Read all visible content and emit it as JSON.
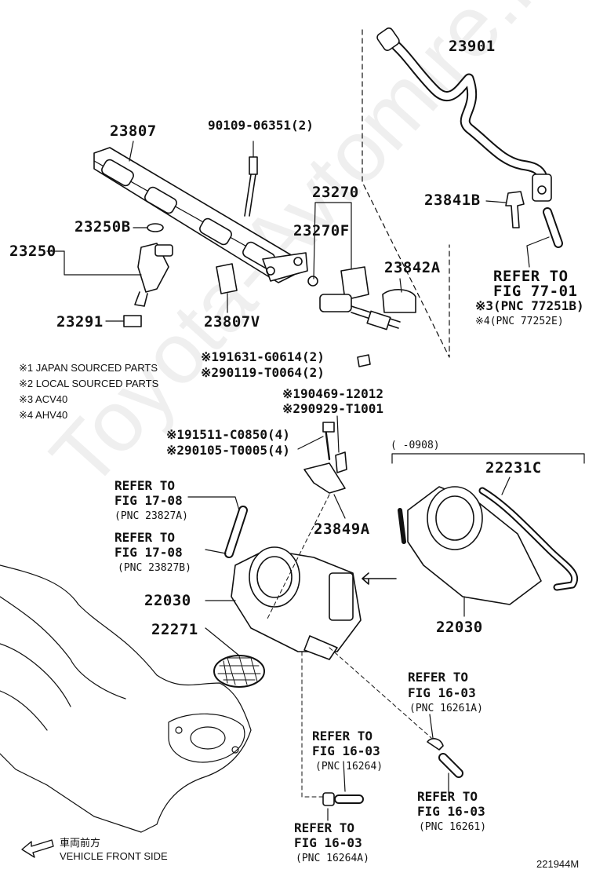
{
  "watermark": "Toyota-Avtomire.ru",
  "parts": {
    "p23901": "23901",
    "p23807": "23807",
    "p90109": "90109-06351(2)",
    "p23270": "23270",
    "p23270F": "23270F",
    "p23841B": "23841B",
    "p23250B": "23250B",
    "p23250": "23250",
    "p23842A": "23842A",
    "p23291": "23291",
    "p23807V": "23807V",
    "p91631": "※191631-G0614(2)",
    "p90119": "※290119-T0064(2)",
    "p90469": "※190469-12012",
    "p90929": "※290929-T1001",
    "p91511": "※191511-C0850(4)",
    "p90105": "※290105-T0005(4)",
    "p23849A": "23849A",
    "p22231C": "22231C",
    "p22030a": "22030",
    "p22030b": "22030",
    "p22271": "22271",
    "date_range": "(     -0908)"
  },
  "notes": [
    "※1 JAPAN SOURCED PARTS",
    "※2 LOCAL SOURCED PARTS",
    "※3 ACV40",
    "※4 AHV40"
  ],
  "refs": {
    "r7701": {
      "l1": "REFER TO",
      "l2": "FIG 77-01",
      "l3": "※3(PNC 77251B)",
      "l4": "※4(PNC 77252E)"
    },
    "r1708a": {
      "l1": "REFER TO",
      "l2": "FIG 17-08",
      "l3": "(PNC 23827A)"
    },
    "r1708b": {
      "l1": "REFER TO",
      "l2": "FIG 17-08",
      "l3": "(PNC 23827B)"
    },
    "r1603a": {
      "l1": "REFER TO",
      "l2": "FIG 16-03",
      "l3": "(PNC 16261A)"
    },
    "r1603b": {
      "l1": "REFER TO",
      "l2": "FIG 16-03",
      "l3": "(PNC 16264)"
    },
    "r1603c": {
      "l1": "REFER TO",
      "l2": "FIG 16-03",
      "l3": "(PNC 16261)"
    },
    "r1603d": {
      "l1": "REFER TO",
      "l2": "FIG 16-03",
      "l3": "(PNC 16264A)"
    }
  },
  "front": {
    "jp": "車両前方",
    "en": "VEHICLE FRONT SIDE"
  },
  "figure_id": "221944M"
}
